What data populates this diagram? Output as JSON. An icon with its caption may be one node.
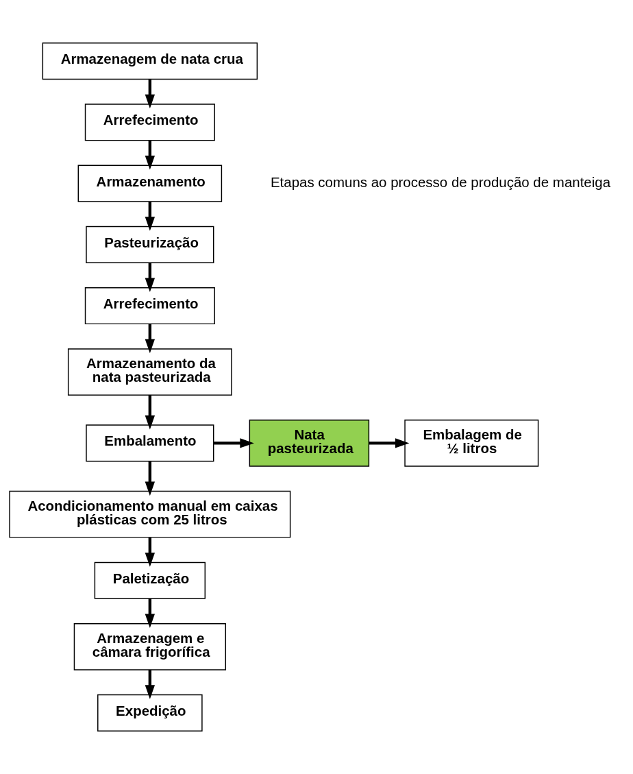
{
  "diagram": {
    "nodes": [
      {
        "text": [
          "Armazenagem de nata crua"
        ]
      },
      {
        "text": [
          "Arrefecimento"
        ]
      },
      {
        "text": [
          "Armazenamento"
        ]
      },
      {
        "text": [
          "Pasteurização"
        ]
      },
      {
        "text": [
          "Arrefecimento"
        ]
      },
      {
        "text": [
          "Armazenamento da nata pasteurizada"
        ]
      },
      {
        "text": [
          "Embalamento"
        ]
      },
      {
        "text": [
          "Nata pasteurizada"
        ]
      },
      {
        "text": [
          "Embalagem de ½ litros"
        ]
      },
      {
        "text": [
          "Acondicionamento manual em caixas plásticas com 25 litros"
        ]
      },
      {
        "text": [
          "Paletização"
        ]
      },
      {
        "text": [
          "Armazenagem e câmara frigorífica"
        ]
      },
      {
        "text": [
          "Expedição"
        ]
      }
    ],
    "edges": [
      {
        "from": 0,
        "to": 1,
        "arrow": "to"
      },
      {
        "from": 1,
        "to": 2,
        "arrow": "to"
      },
      {
        "from": 2,
        "to": 3,
        "arrow": "to"
      },
      {
        "from": 3,
        "to": 4,
        "arrow": "to"
      },
      {
        "from": 4,
        "to": 5,
        "arrow": "to"
      },
      {
        "from": 5,
        "to": 6,
        "arrow": "to"
      },
      {
        "from": 6,
        "to": 7,
        "arrow": "to"
      },
      {
        "from": 7,
        "to": 8,
        "arrow": "to"
      },
      {
        "from": 6,
        "to": 9,
        "arrow": "to"
      },
      {
        "from": 9,
        "to": 10,
        "arrow": "to"
      },
      {
        "from": 10,
        "to": 11,
        "arrow": "to"
      },
      {
        "from": 11,
        "to": 12,
        "arrow": "to"
      }
    ],
    "labels": [
      "Etapas comuns ao processo de produção de manteiga"
    ]
  }
}
